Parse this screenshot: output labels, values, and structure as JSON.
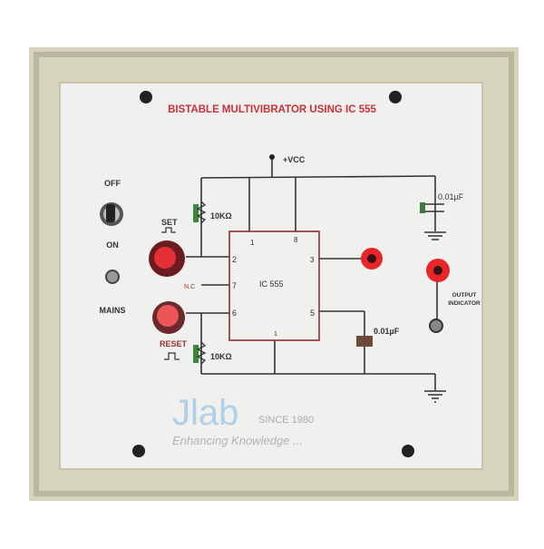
{
  "panel": {
    "title": "BISTABLE MULTIVIBRATOR USING IC 555",
    "vcc_label": "+VCC",
    "resistor_top_label": "10KΩ",
    "resistor_bottom_label": "10KΩ",
    "cap_right_label": "0.01µF",
    "cap_bottom_label": "0.01µF",
    "set_label": "SET",
    "reset_label": "RESET",
    "switch_off_label": "OFF",
    "switch_on_label": "ON",
    "mains_label": "MAINS",
    "output_label_line1": "OUTPUT",
    "output_label_line2": "INDICATOR",
    "nc_label": "N.C",
    "ic": {
      "label": "IC 555",
      "pins": {
        "p1_top": "1",
        "p8": "8",
        "p2": "2",
        "p3": "3",
        "p7": "7",
        "p6": "6",
        "p5": "5",
        "p1_bottom": "1"
      }
    }
  },
  "watermark": {
    "logo": "Jlab",
    "since": "SINCE 1980",
    "tagline": "Enhancing Knowledge ..."
  },
  "colors": {
    "frame": "#d9d7c0",
    "panel": "#eeeeec",
    "title": "#c8323a",
    "jack": "#e8262a",
    "wire": "#333333"
  }
}
